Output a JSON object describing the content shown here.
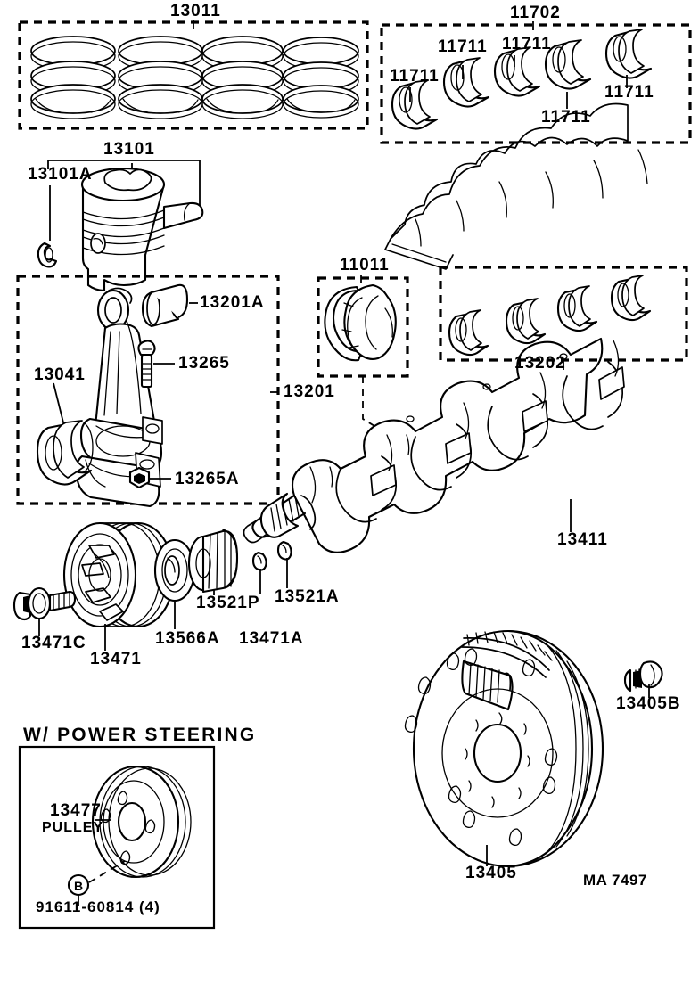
{
  "diagram": {
    "drawing_id": "MA 7497",
    "title_inset": "W/ POWER STEERING",
    "pulley_word": "PULLEY"
  },
  "groups": {
    "piston_ring_set": "13011",
    "main_bearing_set": "11702",
    "con_rod_assy": "13201",
    "thrust_washer_set": "11011",
    "rod_bearing_set": "13202"
  },
  "parts": [
    {
      "id": "p01",
      "number": "13011",
      "name": "piston-ring-set"
    },
    {
      "id": "p02",
      "number": "11702",
      "name": "crankshaft-bearing-set"
    },
    {
      "id": "p03",
      "number": "11711",
      "name": "crankshaft-bearing-1"
    },
    {
      "id": "p04",
      "number": "11711",
      "name": "crankshaft-bearing-2"
    },
    {
      "id": "p05",
      "number": "11711",
      "name": "crankshaft-bearing-3"
    },
    {
      "id": "p06",
      "number": "11711",
      "name": "crankshaft-bearing-4"
    },
    {
      "id": "p07",
      "number": "11711",
      "name": "crankshaft-bearing-5"
    },
    {
      "id": "p08",
      "number": "13101",
      "name": "piston"
    },
    {
      "id": "p09",
      "number": "13101A",
      "name": "piston-pin-snap-ring"
    },
    {
      "id": "p10",
      "number": "13201A",
      "name": "connecting-rod-bushing"
    },
    {
      "id": "p11",
      "number": "13265",
      "name": "connecting-rod-bolt"
    },
    {
      "id": "p12",
      "number": "13265A",
      "name": "connecting-rod-nut"
    },
    {
      "id": "p13",
      "number": "13041",
      "name": "connecting-rod-bearing"
    },
    {
      "id": "p14",
      "number": "13201",
      "name": "connecting-rod-assembly"
    },
    {
      "id": "p15",
      "number": "11011",
      "name": "crankshaft-thrust-washer"
    },
    {
      "id": "p16",
      "number": "13202",
      "name": "connecting-rod-bearing-set"
    },
    {
      "id": "p17",
      "number": "13411",
      "name": "crankshaft"
    },
    {
      "id": "p18",
      "number": "13471C",
      "name": "crankshaft-pulley-bolt"
    },
    {
      "id": "p19",
      "number": "13471",
      "name": "crankshaft-pulley-damper"
    },
    {
      "id": "p20",
      "number": "13566A",
      "name": "crankshaft-pulley-washer"
    },
    {
      "id": "p21",
      "number": "13521P",
      "name": "crankshaft-timing-gear"
    },
    {
      "id": "p22",
      "number": "13471A",
      "name": "crankshaft-key-front"
    },
    {
      "id": "p23",
      "number": "13521A",
      "name": "crankshaft-gear-key"
    },
    {
      "id": "p24",
      "number": "13405",
      "name": "flywheel"
    },
    {
      "id": "p25",
      "number": "13405B",
      "name": "flywheel-bolt"
    },
    {
      "id": "p26",
      "number": "13477",
      "name": "power-steering-pulley"
    },
    {
      "id": "p27",
      "number": "91611-60814 (4)",
      "name": "power-steering-pulley-bolt"
    }
  ],
  "labels": {
    "l_13011": "13011",
    "l_11702": "11702",
    "l_11711a": "11711",
    "l_11711b": "11711",
    "l_11711c": "11711",
    "l_11711d": "11711",
    "l_11711e": "11711",
    "l_13101": "13101",
    "l_13101A": "13101A",
    "l_13201A": "13201A",
    "l_13265": "13265",
    "l_13265A": "13265A",
    "l_13041": "13041",
    "l_13201": "13201",
    "l_11011": "11011",
    "l_13202": "13202",
    "l_13411": "13411",
    "l_13471C": "13471C",
    "l_13471": "13471",
    "l_13566A": "13566A",
    "l_13521P": "13521P",
    "l_13471A": "13471A",
    "l_13521A": "13521A",
    "l_13405": "13405",
    "l_13405B": "13405B",
    "l_13477": "13477",
    "l_pulley": "PULLEY",
    "l_91611": "91611-60814 (4)",
    "l_ps": "W/ POWER STEERING",
    "l_ma": "MA 7497"
  },
  "colors": {
    "ink": "#000000",
    "paper": "#ffffff"
  }
}
